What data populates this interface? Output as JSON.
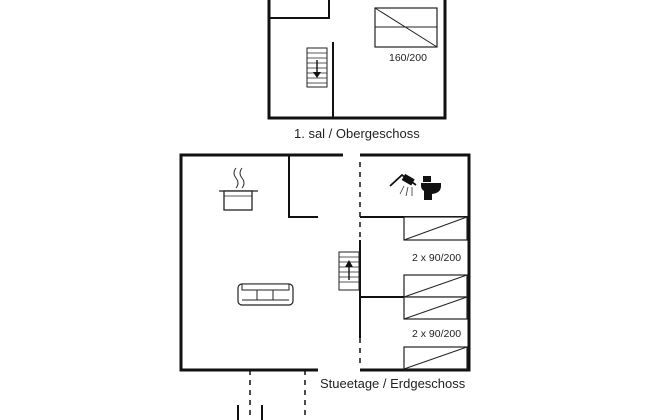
{
  "upper_floor": {
    "label": "1. sal / Obergeschoss",
    "bed_label": "160/200"
  },
  "ground_floor": {
    "label": "Stueetage / Erdgeschoss",
    "bed_label_1": "2 x 90/200",
    "bed_label_2": "2 x 90/200"
  },
  "colors": {
    "wall": "#111111",
    "line": "#333333",
    "background": "#ffffff"
  },
  "icons": [
    "double-bed-icon",
    "stairs-down-icon",
    "cooking-pot-icon",
    "shower-icon",
    "toilet-icon",
    "sofa-icon",
    "stairs-up-icon",
    "single-bed-icon"
  ]
}
